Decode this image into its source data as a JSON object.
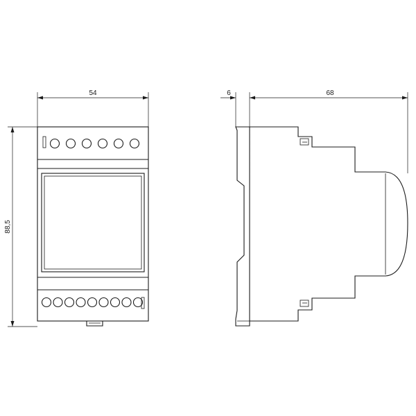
{
  "drawing": {
    "dimensions": {
      "width": "54",
      "height": "88,5",
      "clip_depth": "6",
      "body_depth": "68"
    },
    "front_view": {
      "top_terminal_count": 6,
      "bottom_terminal_count": 9
    }
  }
}
